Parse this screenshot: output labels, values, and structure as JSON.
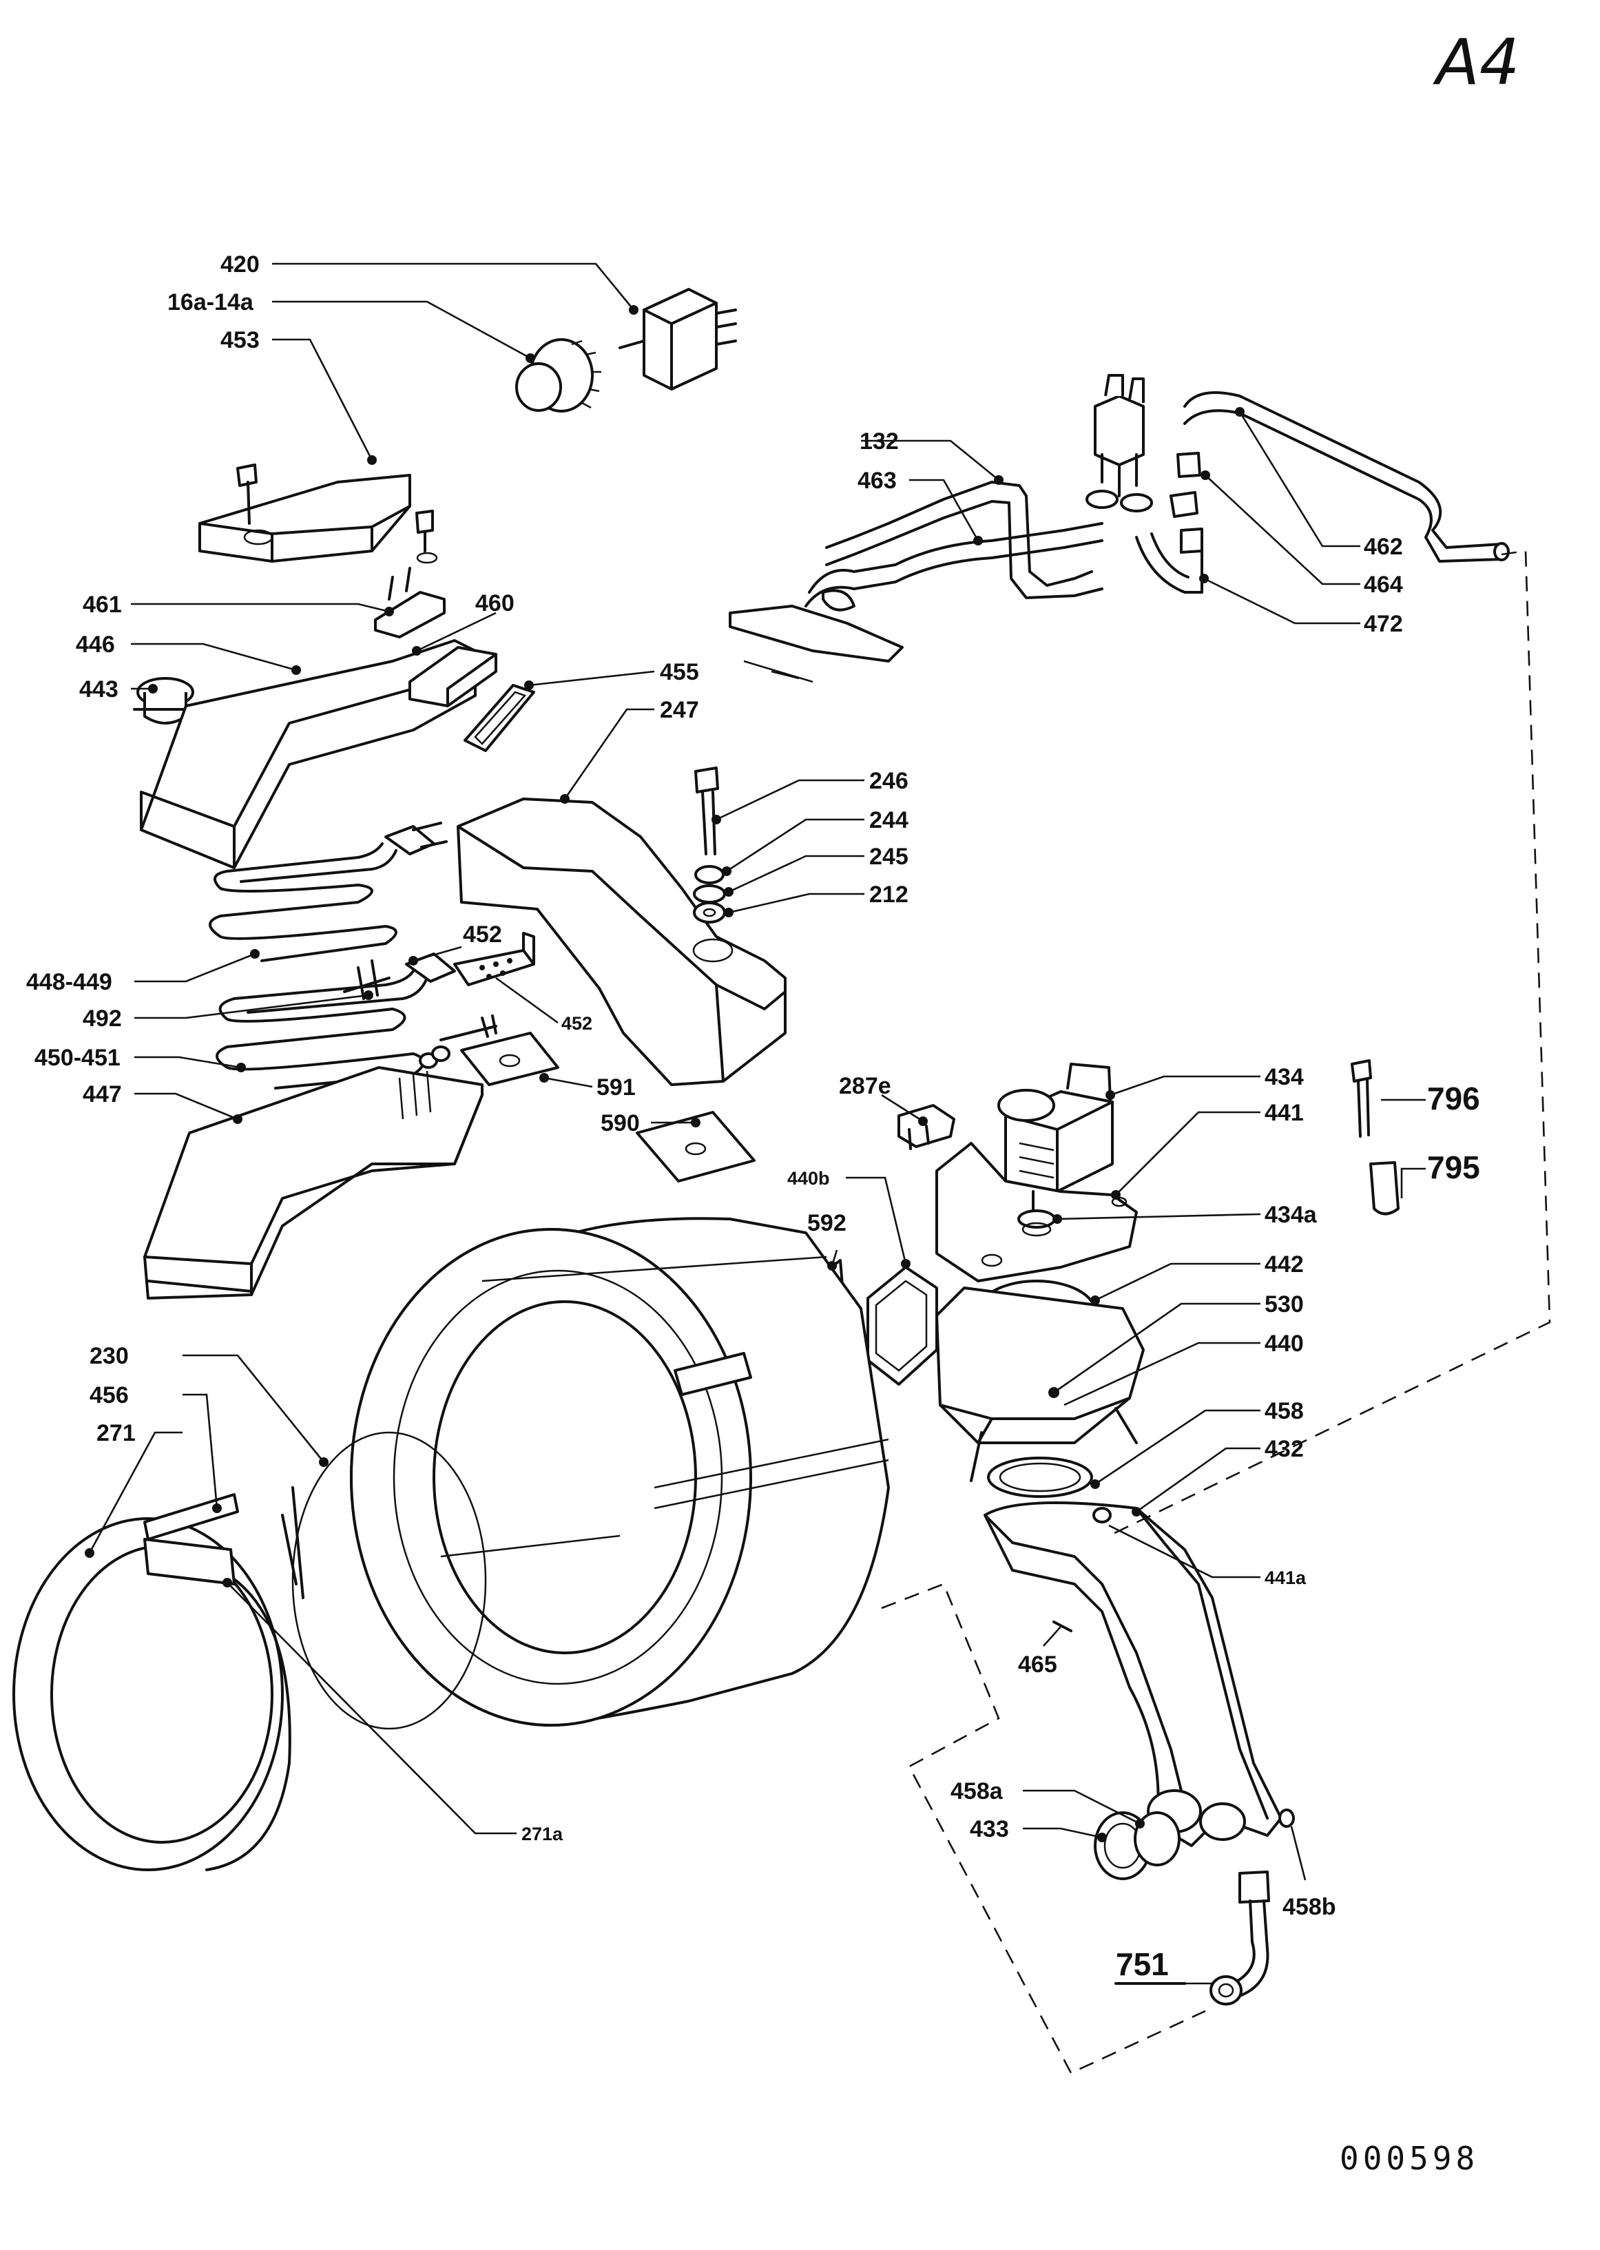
{
  "corner_mark": "A4",
  "document_number": "000598",
  "labels": {
    "p420": "420",
    "p16a14a": "16a-14a",
    "p453": "453",
    "p461": "461",
    "p460": "460",
    "p446": "446",
    "p443": "443",
    "p455": "455",
    "p247": "247",
    "p132": "132",
    "p463": "463",
    "p462": "462",
    "p464": "464",
    "p472": "472",
    "p246": "246",
    "p244": "244",
    "p245": "245",
    "p212": "212",
    "p448449": "448-449",
    "p452a": "452",
    "p452b": "452",
    "p492": "492",
    "p450451": "450-451",
    "p591": "591",
    "p447": "447",
    "p590": "590",
    "p287e": "287e",
    "p434": "434",
    "p441": "441",
    "p434a": "434a",
    "p796": "796",
    "p795": "795",
    "p440b": "440b",
    "p592": "592",
    "p442": "442",
    "p530": "530",
    "p440": "440",
    "p458": "458",
    "p432": "432",
    "p441a": "441a",
    "p465": "465",
    "p230": "230",
    "p456": "456",
    "p271": "271",
    "p271a": "271a",
    "p458a": "458a",
    "p433": "433",
    "p458b": "458b",
    "p751": "751"
  }
}
